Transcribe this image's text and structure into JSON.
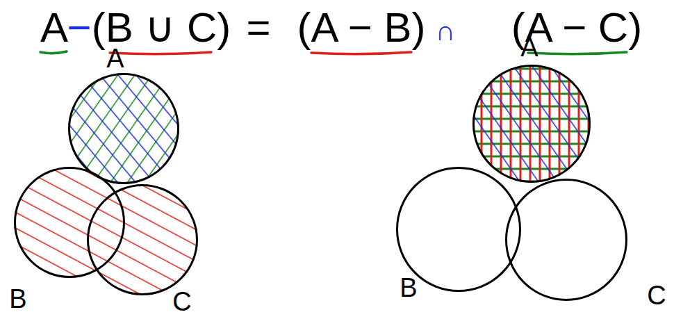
{
  "diagram": {
    "nodes": [
      {
        "text": [
          "A"
        ]
      },
      {
        "text": [
          "B"
        ]
      },
      {
        "text": [
          "C"
        ]
      },
      {
        "text": [
          "A"
        ]
      },
      {
        "text": [
          "B"
        ]
      },
      {
        "text": [
          "C"
        ]
      }
    ],
    "labels": [
      "A",
      "−",
      "(B ∪ C)",
      "=",
      "(A − B)",
      "∩",
      "(A − C)"
    ]
  }
}
